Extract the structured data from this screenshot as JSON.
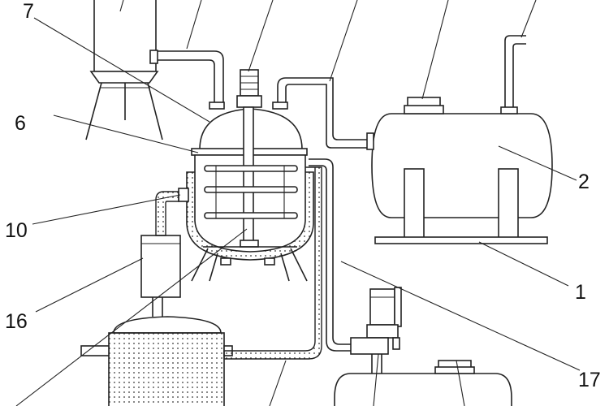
{
  "diagram": {
    "labels": {
      "l7": "7",
      "l6": "6",
      "l10": "10",
      "l16": "16",
      "l2": "2",
      "l1": "1",
      "l17": "17"
    }
  }
}
